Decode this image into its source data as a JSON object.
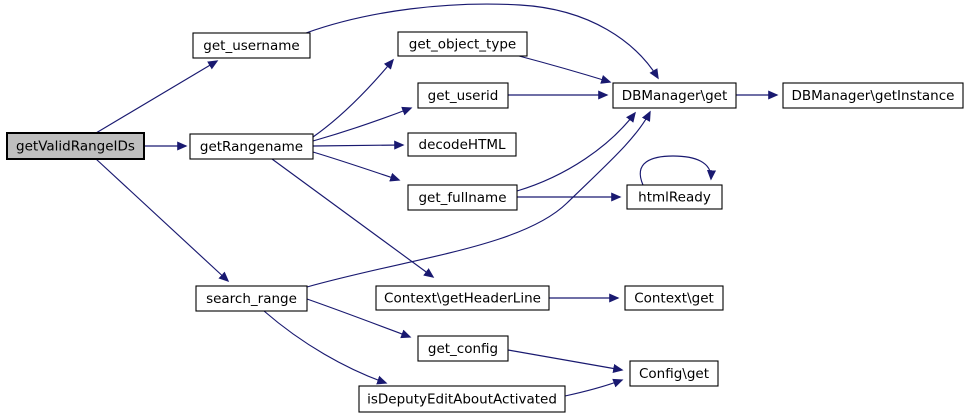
{
  "diagram": {
    "type": "call-graph",
    "colors": {
      "edge": "#191970",
      "node_fill": "#ffffff",
      "node_border": "#000000",
      "highlight_fill": "#bfbfbf",
      "background": "#ffffff"
    },
    "nodes": [
      {
        "id": "getValidRangeIDs",
        "label": "getValidRangeIDs",
        "highlighted": true
      },
      {
        "id": "get_username",
        "label": "get_username",
        "highlighted": false
      },
      {
        "id": "getRangename",
        "label": "getRangename",
        "highlighted": false
      },
      {
        "id": "search_range",
        "label": "search_range",
        "highlighted": false
      },
      {
        "id": "get_object_type",
        "label": "get_object_type",
        "highlighted": false
      },
      {
        "id": "get_userid",
        "label": "get_userid",
        "highlighted": false
      },
      {
        "id": "decodeHTML",
        "label": "decodeHTML",
        "highlighted": false
      },
      {
        "id": "get_fullname",
        "label": "get_fullname",
        "highlighted": false
      },
      {
        "id": "dbmanager_get",
        "label": "DBManager\\get",
        "highlighted": false
      },
      {
        "id": "dbmanager_getInstance",
        "label": "DBManager\\getInstance",
        "highlighted": false
      },
      {
        "id": "htmlReady",
        "label": "htmlReady",
        "highlighted": false
      },
      {
        "id": "context_getHeaderLine",
        "label": "Context\\getHeaderLine",
        "highlighted": false
      },
      {
        "id": "context_get",
        "label": "Context\\get",
        "highlighted": false
      },
      {
        "id": "get_config",
        "label": "get_config",
        "highlighted": false
      },
      {
        "id": "config_get",
        "label": "Config\\get",
        "highlighted": false
      },
      {
        "id": "isDeputyEditAboutActivated",
        "label": "isDeputyEditAboutActivated",
        "highlighted": false
      }
    ],
    "edges": [
      {
        "from": "getValidRangeIDs",
        "to": "get_username"
      },
      {
        "from": "getValidRangeIDs",
        "to": "getRangename"
      },
      {
        "from": "getValidRangeIDs",
        "to": "search_range"
      },
      {
        "from": "get_username",
        "to": "dbmanager_get"
      },
      {
        "from": "getRangename",
        "to": "get_object_type"
      },
      {
        "from": "getRangename",
        "to": "get_userid"
      },
      {
        "from": "getRangename",
        "to": "decodeHTML"
      },
      {
        "from": "getRangename",
        "to": "get_fullname"
      },
      {
        "from": "getRangename",
        "to": "context_getHeaderLine"
      },
      {
        "from": "get_object_type",
        "to": "dbmanager_get"
      },
      {
        "from": "get_userid",
        "to": "dbmanager_get"
      },
      {
        "from": "get_fullname",
        "to": "dbmanager_get"
      },
      {
        "from": "get_fullname",
        "to": "htmlReady"
      },
      {
        "from": "htmlReady",
        "to": "htmlReady",
        "self": true
      },
      {
        "from": "dbmanager_get",
        "to": "dbmanager_getInstance"
      },
      {
        "from": "search_range",
        "to": "dbmanager_get"
      },
      {
        "from": "search_range",
        "to": "get_config"
      },
      {
        "from": "search_range",
        "to": "isDeputyEditAboutActivated"
      },
      {
        "from": "context_getHeaderLine",
        "to": "context_get"
      },
      {
        "from": "get_config",
        "to": "config_get"
      },
      {
        "from": "isDeputyEditAboutActivated",
        "to": "config_get"
      }
    ]
  }
}
